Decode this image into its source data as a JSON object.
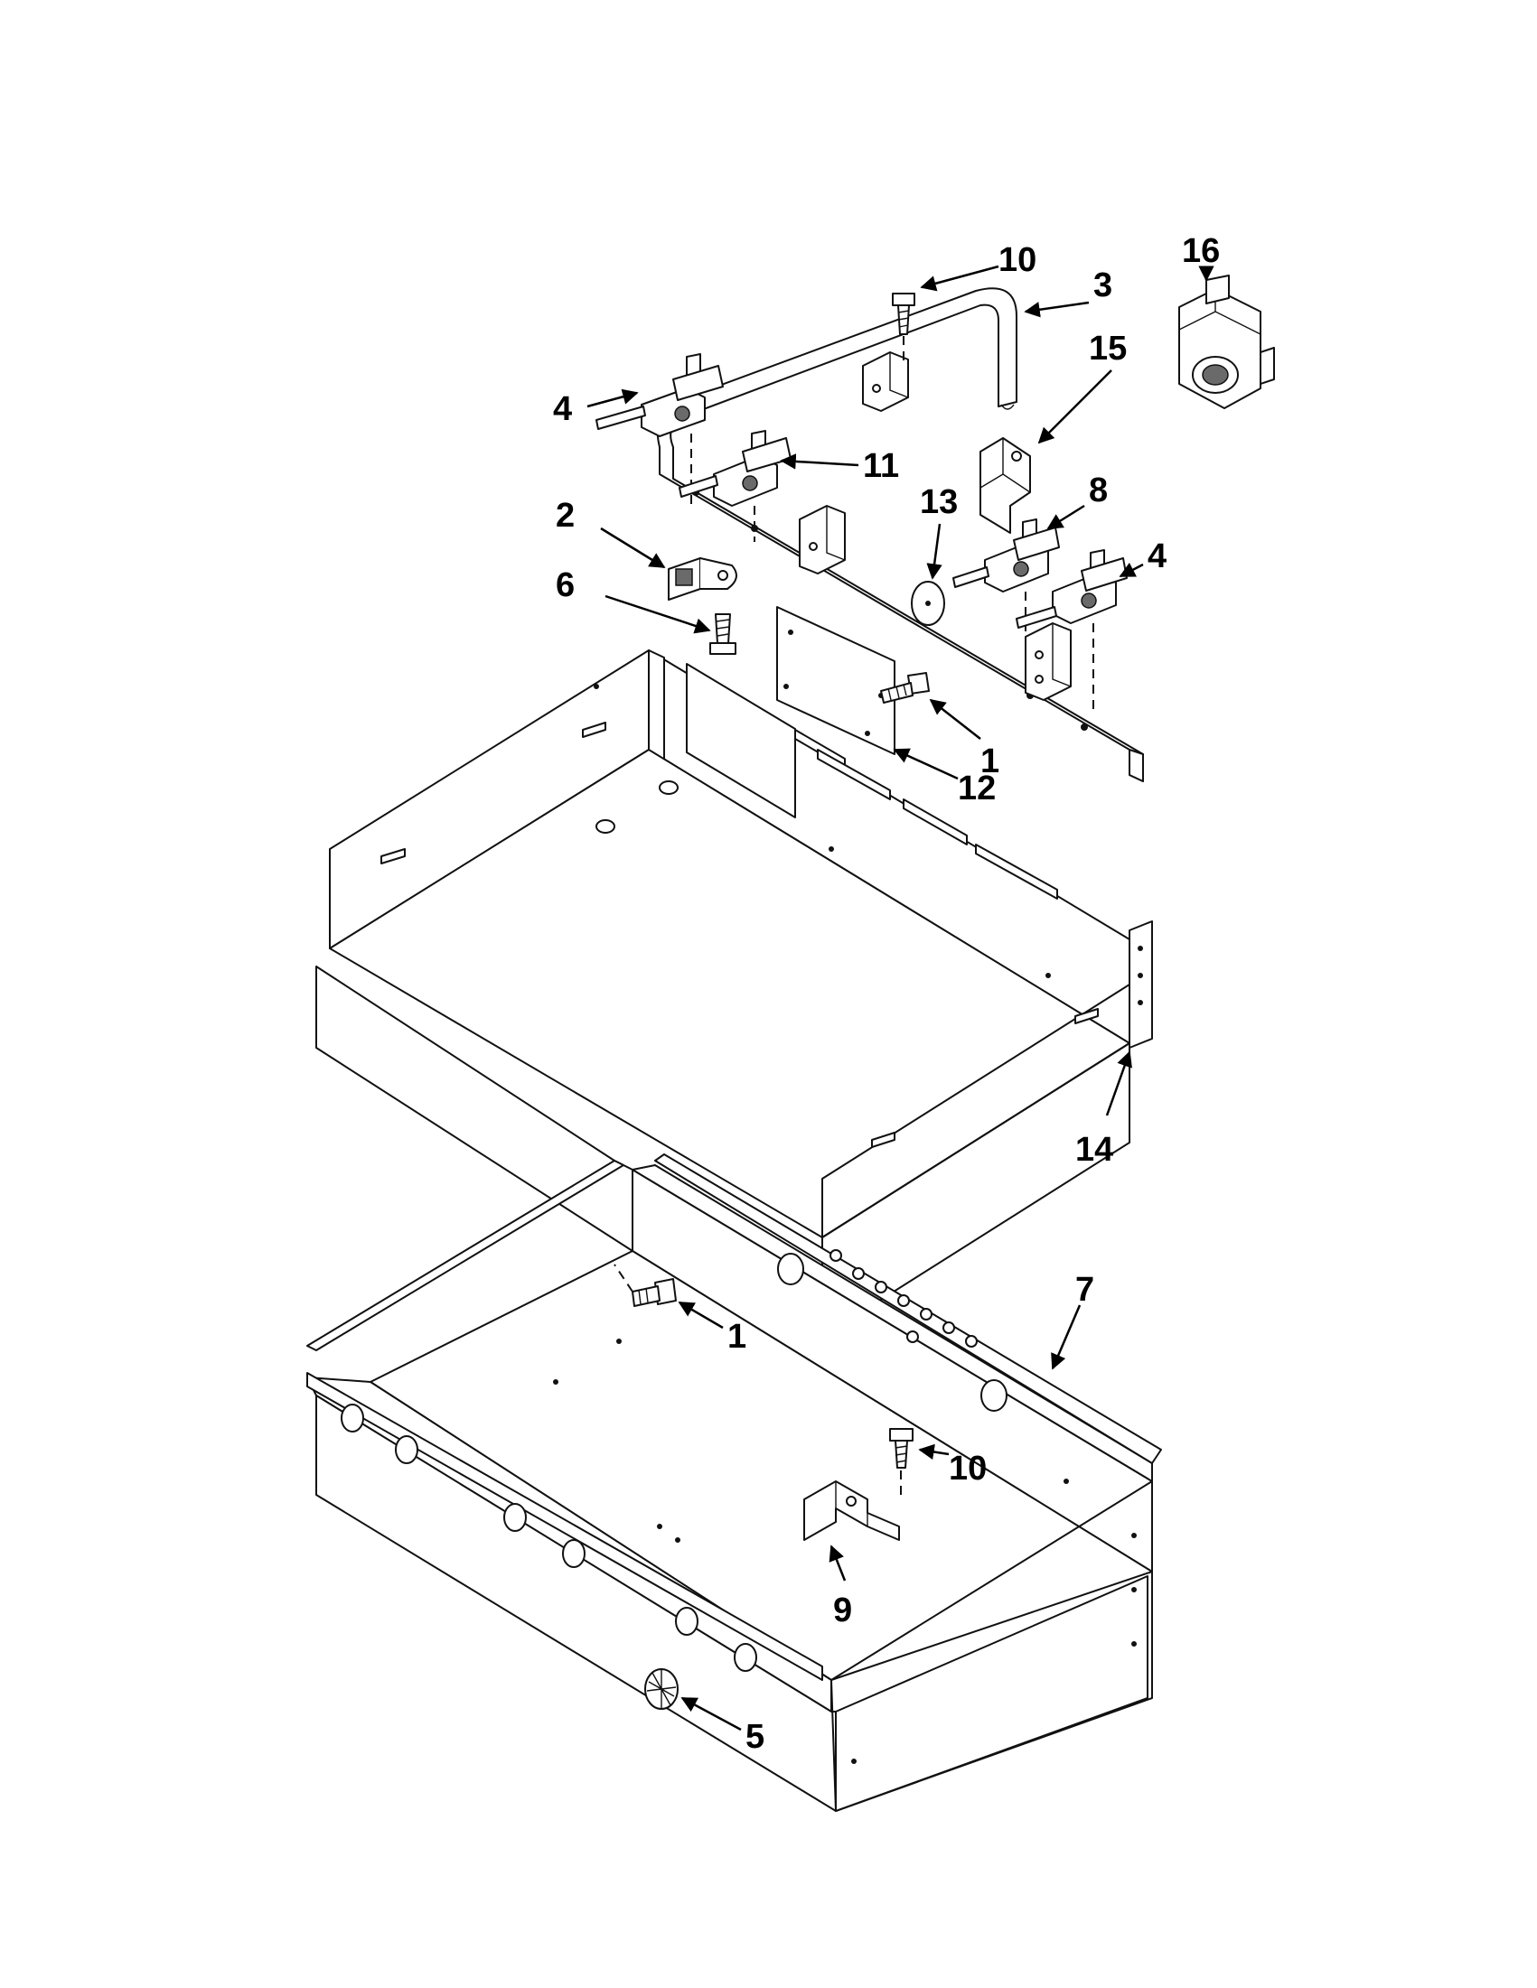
{
  "callouts": {
    "c1a": "1",
    "c1b": "1",
    "c2": "2",
    "c3": "3",
    "c4a": "4",
    "c4b": "4",
    "c5": "5",
    "c6": "6",
    "c7": "7",
    "c8": "8",
    "c9": "9",
    "c10a": "10",
    "c10b": "10",
    "c11": "11",
    "c12": "12",
    "c13": "13",
    "c14": "14",
    "c15": "15",
    "c16": "16"
  },
  "colors": {
    "line": "#111111",
    "background": "#ffffff"
  }
}
